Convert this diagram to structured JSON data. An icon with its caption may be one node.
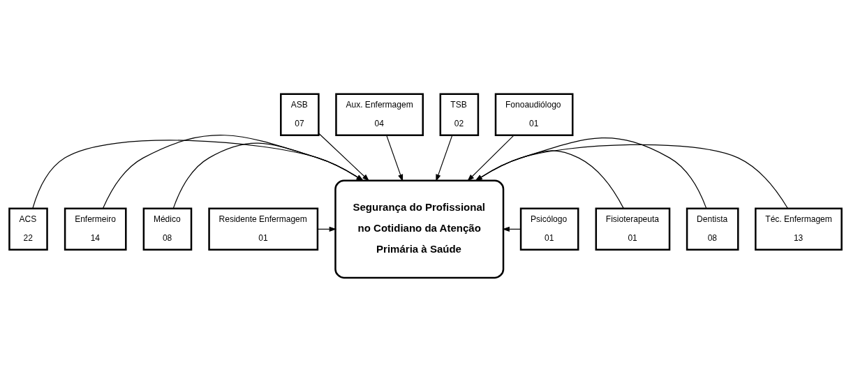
{
  "diagram": {
    "nodes": [
      {
        "text": [
          "ASB",
          "07"
        ]
      },
      {
        "text": [
          "Aux. Enfermagem",
          "04"
        ]
      },
      {
        "text": [
          "TSB",
          "02"
        ]
      },
      {
        "text": [
          "Fonoaudiólogo",
          "01"
        ]
      },
      {
        "text": [
          "ACS",
          "22"
        ]
      },
      {
        "text": [
          "Téc. Enfermagem",
          "13"
        ]
      },
      {
        "text": [
          "Enfermeiro",
          "14"
        ]
      },
      {
        "text": [
          "Dentista",
          "08"
        ]
      },
      {
        "text": [
          "Médico",
          "08"
        ]
      },
      {
        "text": [
          "Fisioterapeuta",
          "01"
        ]
      },
      {
        "text": [
          "Residente Enfermagem",
          "01"
        ]
      },
      {
        "text": [
          "Psicólogo",
          "01"
        ]
      },
      {
        "text": [
          "Segurança do Profissional no Cotidiano da Atenção Primária à Saúde"
        ]
      }
    ],
    "edges": [
      {
        "from": 0,
        "to": 12,
        "arrow": "to"
      },
      {
        "from": 1,
        "to": 12,
        "arrow": "to"
      },
      {
        "from": 2,
        "to": 12,
        "arrow": "to"
      },
      {
        "from": 3,
        "to": 12,
        "arrow": "to"
      },
      {
        "from": 4,
        "to": 12,
        "arrow": "to"
      },
      {
        "from": 5,
        "to": 12,
        "arrow": "to"
      },
      {
        "from": 6,
        "to": 12,
        "arrow": "to"
      },
      {
        "from": 7,
        "to": 12,
        "arrow": "to"
      },
      {
        "from": 8,
        "to": 12,
        "arrow": "to"
      },
      {
        "from": 9,
        "to": 12,
        "arrow": "to"
      },
      {
        "from": 10,
        "to": 12,
        "arrow": "to"
      },
      {
        "from": 11,
        "to": 12,
        "arrow": "to"
      }
    ]
  }
}
